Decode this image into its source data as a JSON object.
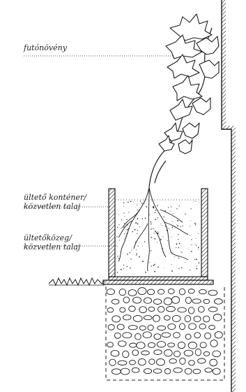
{
  "labels": {
    "climbing_plant": "futónövény",
    "container_line1": "ültető konténer/",
    "container_line2": "közvetlen talaj",
    "medium_line1": "ültetőközeg/",
    "medium_line2": "közvetlen talaj"
  },
  "colors": {
    "ink": "#1a1a1a",
    "paper": "#ffffff"
  }
}
